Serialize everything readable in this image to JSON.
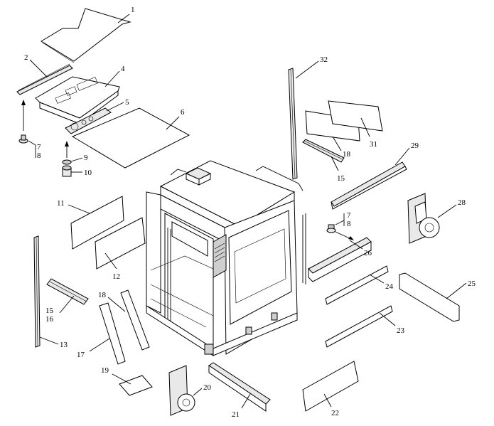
{
  "diagram": {
    "labels": {
      "l1": "1",
      "l2": "2",
      "l4": "4",
      "l5": "5",
      "l6": "6",
      "l7a": "7",
      "l8a": "8",
      "l9": "9",
      "l10": "10",
      "l11": "11",
      "l12": "12",
      "l13": "13",
      "l15a": "15",
      "l16": "16",
      "l17": "17",
      "l18a": "18",
      "l19": "19",
      "l20": "20",
      "l21": "21",
      "l22": "22",
      "l23": "23",
      "l24": "24",
      "l25": "25",
      "l26": "26",
      "l7b": "7",
      "l8b": "8",
      "l28": "28",
      "l29": "29",
      "l18b": "18",
      "l15b": "15",
      "l31": "31",
      "l32": "32"
    }
  }
}
